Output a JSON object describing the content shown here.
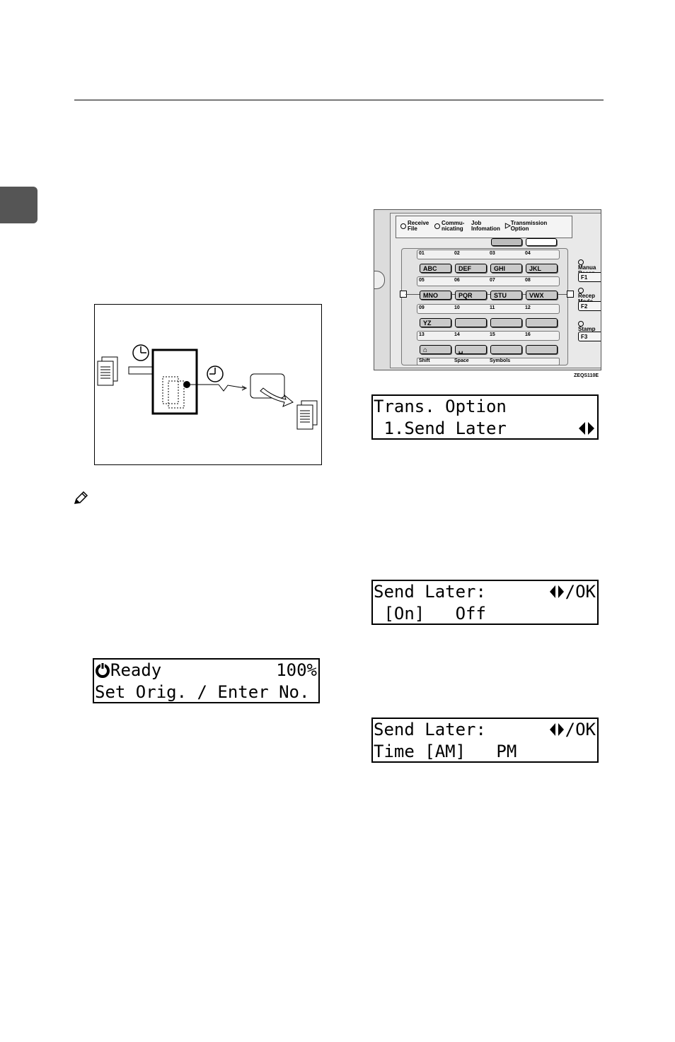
{
  "panel": {
    "top_labels": [
      {
        "line1": "Receive",
        "line2": "File"
      },
      {
        "line1": "Commu-",
        "line2": "nicating"
      },
      {
        "line1": "Job",
        "line2": "Infomation"
      },
      {
        "line1": "Transmission",
        "line2": "Option"
      }
    ],
    "numbers": [
      [
        "01",
        "02",
        "03",
        "04"
      ],
      [
        "05",
        "06",
        "07",
        "08"
      ],
      [
        "09",
        "10",
        "11",
        "12"
      ],
      [
        "13",
        "14",
        "15",
        "16"
      ]
    ],
    "keys": [
      [
        "ABC",
        "DEF",
        "GHI",
        "JKL"
      ],
      [
        "MNO",
        "PQR",
        "STU",
        "VWX"
      ],
      [
        "YZ",
        "",
        "",
        ""
      ],
      [
        "",
        "",
        "",
        ""
      ]
    ],
    "bottom_labels": [
      "Shift",
      "Space",
      "Symbols",
      ""
    ],
    "side_labels": [
      "Manua",
      "Recep",
      "Recep",
      "Mode",
      "Stamp"
    ],
    "function_keys": [
      "F1",
      "F2",
      "F3"
    ],
    "caption": "ZEQS110E"
  },
  "displays": {
    "trans_option": {
      "line1": "Trans. Option",
      "line2": " 1.Send Later",
      "line2_right": "◆"
    },
    "send_later_on": {
      "line1": "Send Later:",
      "line1_right": "◆/OK",
      "line2": " [On]   Off"
    },
    "send_later_time": {
      "line1": "Send Later:",
      "line1_right": "◆/OK",
      "line2": "Time [AM]   PM"
    },
    "ready": {
      "line1": "Ready",
      "line1_right": "100%",
      "line2": "Set Orig. / Enter No."
    }
  }
}
